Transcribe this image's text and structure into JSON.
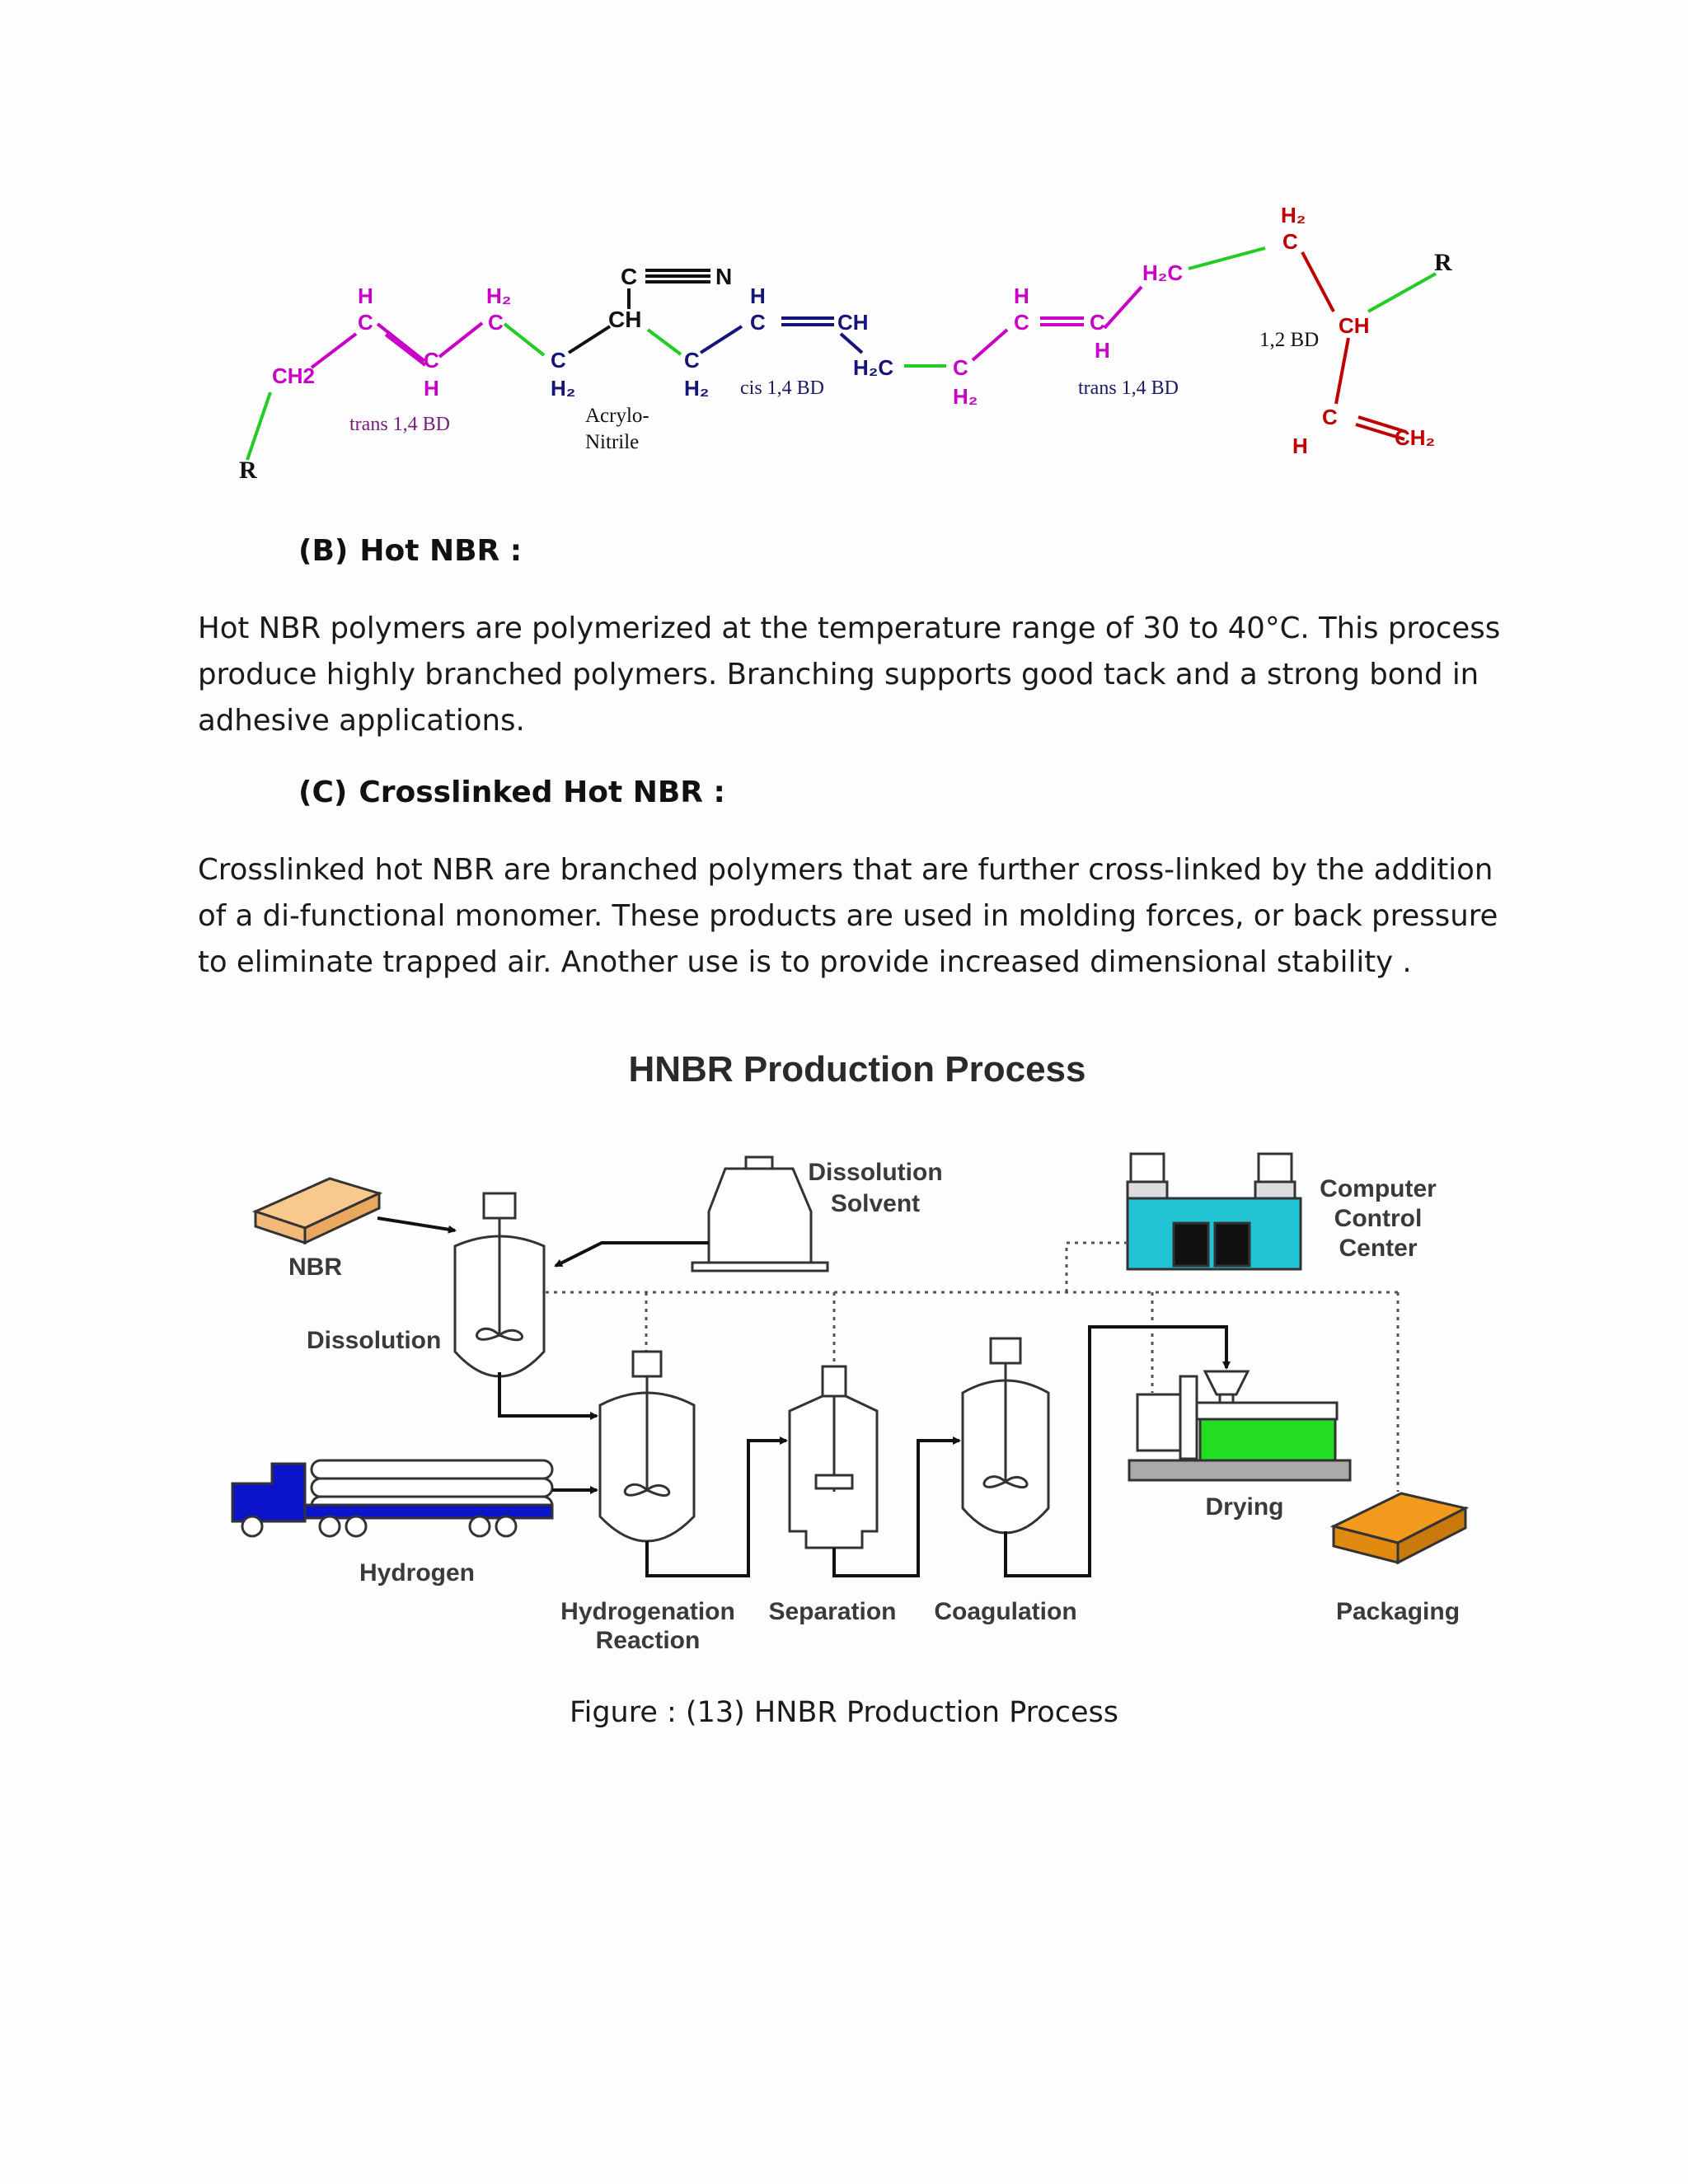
{
  "molecule": {
    "atoms": {
      "r_left": "R",
      "ch2_left": "CH2",
      "h_a": "H",
      "c_a": "C",
      "h2_b": "H₂",
      "c_b": "C",
      "c_c": "C",
      "h_c": "H",
      "c_d": "C",
      "h2_d": "H₂",
      "c_triple": "C",
      "n_triple": "N",
      "ch_e": "CH",
      "c_f": "C",
      "h2_f": "H₂",
      "h_g": "H",
      "c_g": "C",
      "ch_h": "CH",
      "h2c_i": "H₂C",
      "c_j": "C",
      "h2_j": "H₂",
      "h_k": "H",
      "c_k": "C",
      "c_l": "C",
      "h_l": "H",
      "h2c_m": "H₂C",
      "h2_n": "H₂",
      "c_n": "C",
      "ch_o": "CH",
      "r_right": "R",
      "c_p": "C",
      "h_p": "H",
      "ch2_q": "CH₂"
    },
    "labels": {
      "trans_left": "trans 1,4 BD",
      "acrylo_1": "Acrylo-",
      "acrylo_2": "Nitrile",
      "cis": "cis 1,4 BD",
      "trans_right": "trans 1,4 BD",
      "vinyl": "1,2 BD"
    },
    "colors": {
      "magenta": "#c800c8",
      "navy": "#14147a",
      "red": "#c00000",
      "green": "#22cc22",
      "black": "#111111"
    }
  },
  "sections": [
    {
      "number": "(B)",
      "title": "Hot NBR :",
      "paragraph": "Hot NBR polymers are polymerized at the temperature range of 30 to 40°C. This process produce highly branched polymers. Branching supports good tack and a strong bond in adhesive applications."
    },
    {
      "number": "(C)",
      "title": "Crosslinked Hot NBR :",
      "paragraph": "Crosslinked hot NBR are branched polymers that are further cross-linked by the addition of a di-functional monomer. These products are used in molding forces, or back pressure to eliminate trapped air. Another use is to provide increased dimensional stability ."
    }
  ],
  "diagram": {
    "title": "HNBR Production Process",
    "labels": {
      "nbr": "NBR",
      "dissolution": "Dissolution",
      "solvent_1": "Dissolution",
      "solvent_2": "Solvent",
      "computer_1": "Computer",
      "computer_2": "Control",
      "computer_3": "Center",
      "hydrogen": "Hydrogen",
      "hydro_1": "Hydrogenation",
      "hydro_2": "Reaction",
      "separation": "Separation",
      "coagulation": "Coagulation",
      "drying": "Drying",
      "packaging": "Packaging"
    },
    "colors": {
      "box_fill": "#f7c98e",
      "truck_blue": "#0b14c8",
      "computer_cyan": "#22c4d4",
      "dryer_green": "#22dd22",
      "package_orange": "#f29a1e"
    }
  },
  "caption": "Figure : (13)  HNBR Production Process"
}
